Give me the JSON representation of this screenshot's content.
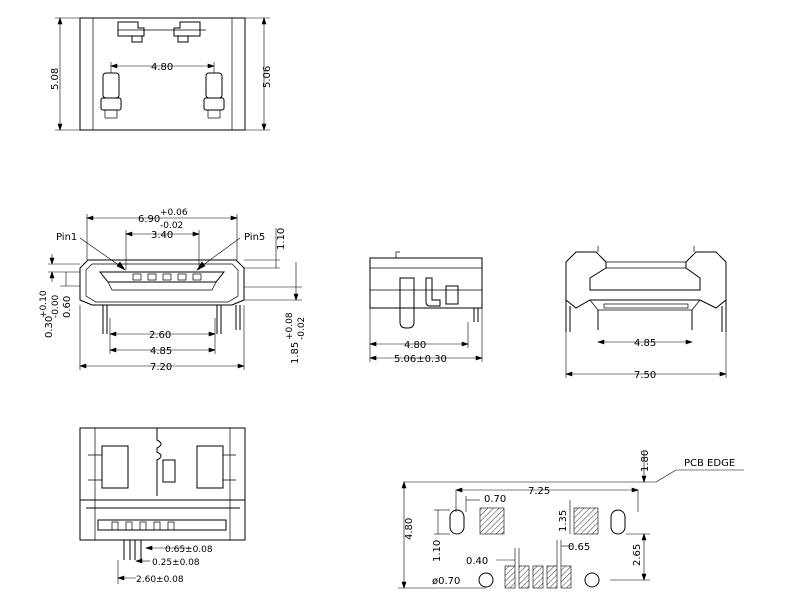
{
  "top_view": {
    "pad_spacing": "4.80",
    "height_left": "5.08",
    "height_right": "5.06"
  },
  "front_view": {
    "pin1": "Pin1",
    "pin5": "Pin5",
    "width_top": "6.90",
    "width_top_tol_plus": "+0.06",
    "width_top_tol_minus": "-0.02",
    "inner_width": "3.40",
    "pin_h": "1.10",
    "left_tol_plus": "+0.10",
    "left_tol_minus": "-0.00",
    "left_val": "0.30",
    "left_060": "0.60",
    "pin_spacing": "2.60",
    "inner_bottom": "4.85",
    "overall": "7.20",
    "right_val": "1.85",
    "right_tol_plus": "+0.08",
    "right_tol_minus": "-0.02"
  },
  "side_view": {
    "width": "4.80",
    "overall": "5.06±0.30"
  },
  "rear_view": {
    "inner": "4.85",
    "overall": "7.50"
  },
  "bottom_view": {
    "pitch": "0.65±0.08",
    "pin_width": "0.25±0.08",
    "span": "2.60±0.08"
  },
  "pcb_layout": {
    "edge_label": "PCB EDGE",
    "width": "7.25",
    "pad": "0.70",
    "height": "4.80",
    "edge_offset": "1.80",
    "slot_h": "1.10",
    "pad_h": "1.35",
    "pad_gap": "0.40",
    "pitch": "0.65",
    "hole": "ø0.70",
    "right_h": "2.65"
  }
}
